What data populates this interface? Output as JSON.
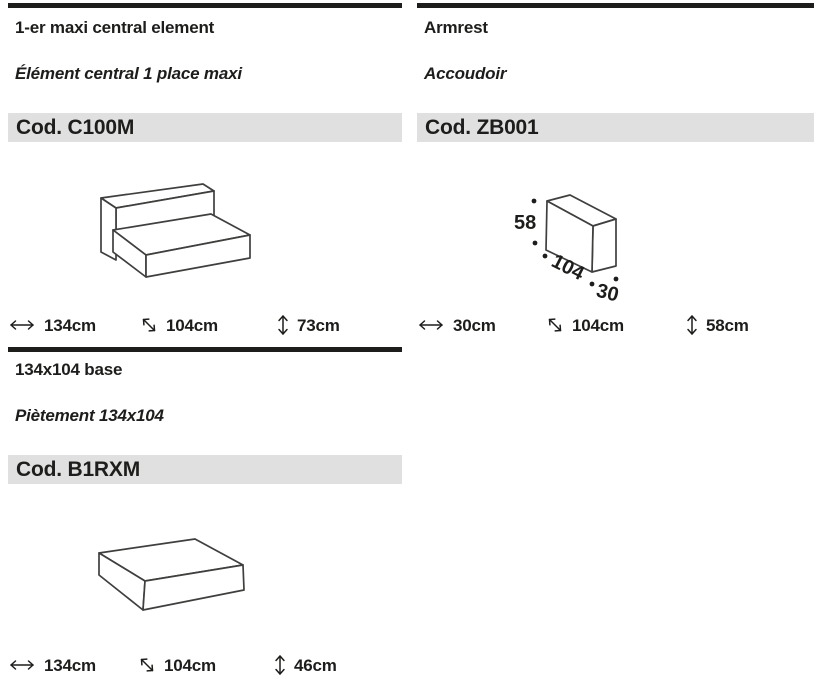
{
  "colors": {
    "rule_black": "#1d1d1b",
    "code_band_gray": "#e0e0e0",
    "text": "#1d1d1b",
    "line_art": "#3f3f3e"
  },
  "icons": {
    "width": "left-right-arrow",
    "depth": "diagonal-nw-se-arrow",
    "height": "up-down-arrow"
  },
  "sections": [
    {
      "title_en": "1-er maxi central element",
      "title_fr": "Élément central 1 place maxi",
      "code": "Cod. C100M",
      "dims": {
        "width": "134cm",
        "depth": "104cm",
        "height": "73cm"
      }
    },
    {
      "title_en": "Armrest",
      "title_fr": "Accoudoir",
      "code": "Cod. ZB001",
      "drawing_labels": {
        "height": "58",
        "length": "104",
        "depth": "30"
      },
      "dims": {
        "width": "30cm",
        "depth": "104cm",
        "height": "58cm"
      }
    },
    {
      "title_en": "134x104 base",
      "title_fr": "Piètement 134x104",
      "code": "Cod. B1RXM",
      "dims": {
        "width": "134cm",
        "depth": "104cm",
        "height": "46cm"
      }
    }
  ]
}
